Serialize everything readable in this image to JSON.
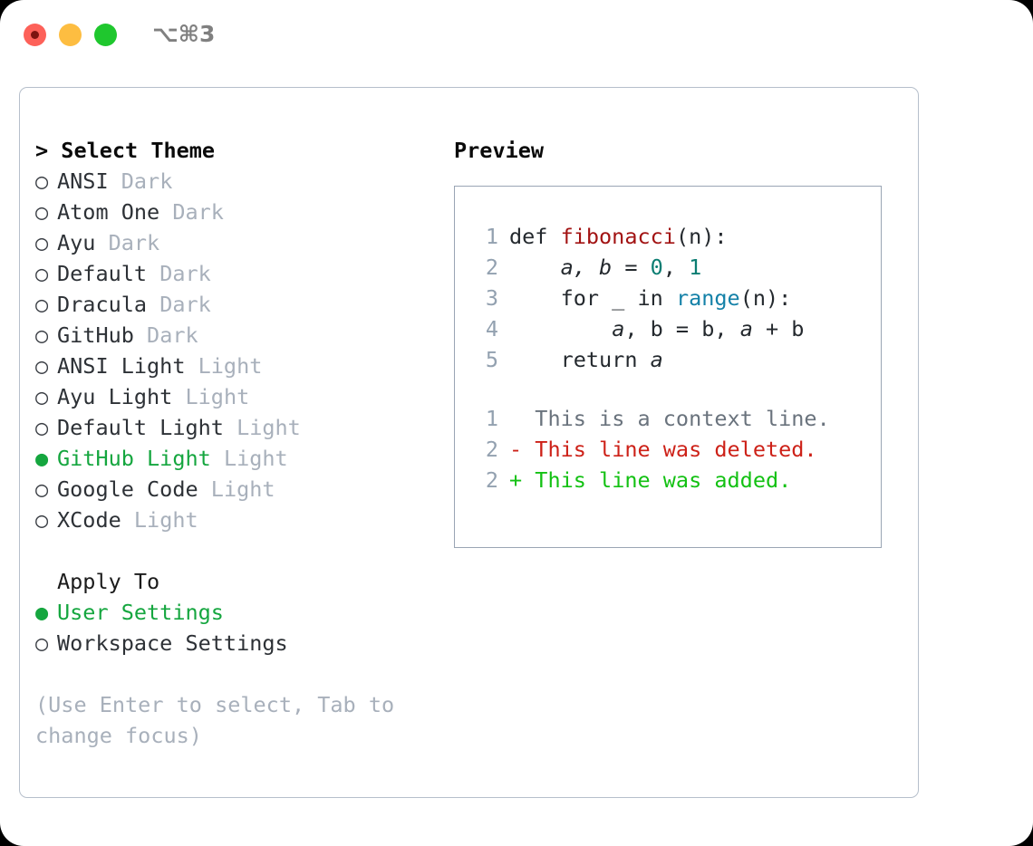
{
  "titlebar": {
    "shortcut": "⌥⌘3",
    "lights": [
      {
        "name": "close",
        "color": "#fd6159"
      },
      {
        "name": "minimize",
        "color": "#fdbd41"
      },
      {
        "name": "maximize",
        "color": "#1fc72e"
      }
    ]
  },
  "theme_list": {
    "header": "> Select Theme",
    "selected_marker": "●",
    "unselected_marker": "○",
    "items": [
      {
        "name": "ANSI",
        "variant": "Dark",
        "selected": false
      },
      {
        "name": "Atom One",
        "variant": "Dark",
        "selected": false
      },
      {
        "name": "Ayu",
        "variant": "Dark",
        "selected": false
      },
      {
        "name": "Default",
        "variant": "Dark",
        "selected": false
      },
      {
        "name": "Dracula",
        "variant": "Dark",
        "selected": false
      },
      {
        "name": "GitHub",
        "variant": "Dark",
        "selected": false
      },
      {
        "name": "ANSI Light",
        "variant": "Light",
        "selected": false
      },
      {
        "name": "Ayu Light",
        "variant": "Light",
        "selected": false
      },
      {
        "name": "Default Light",
        "variant": "Light",
        "selected": false
      },
      {
        "name": "GitHub Light",
        "variant": "Light",
        "selected": true
      },
      {
        "name": "Google Code",
        "variant": "Light",
        "selected": false
      },
      {
        "name": "XCode",
        "variant": "Light",
        "selected": false
      }
    ]
  },
  "apply_to": {
    "header": "Apply To",
    "items": [
      {
        "name": "User Settings",
        "selected": true
      },
      {
        "name": "Workspace Settings",
        "selected": false
      }
    ]
  },
  "hint": "(Use Enter to select, Tab to change focus)",
  "preview": {
    "title": "Preview",
    "code_lines": [
      {
        "lineno": "1",
        "tokens": [
          {
            "text": "def ",
            "kind": "plain"
          },
          {
            "text": "fibonacci",
            "kind": "fn"
          },
          {
            "text": "(n):",
            "kind": "plain"
          }
        ]
      },
      {
        "lineno": "2",
        "tokens": [
          {
            "text": "    ",
            "kind": "plain"
          },
          {
            "text": "a, b",
            "kind": "var"
          },
          {
            "text": " = ",
            "kind": "plain"
          },
          {
            "text": "0",
            "kind": "num"
          },
          {
            "text": ", ",
            "kind": "plain"
          },
          {
            "text": "1",
            "kind": "num"
          }
        ]
      },
      {
        "lineno": "3",
        "tokens": [
          {
            "text": "    for _ in ",
            "kind": "plain"
          },
          {
            "text": "range",
            "kind": "builtin"
          },
          {
            "text": "(n):",
            "kind": "plain"
          }
        ]
      },
      {
        "lineno": "4",
        "tokens": [
          {
            "text": "        ",
            "kind": "plain"
          },
          {
            "text": "a",
            "kind": "var"
          },
          {
            "text": ", b = b, ",
            "kind": "plain"
          },
          {
            "text": "a",
            "kind": "var"
          },
          {
            "text": " + b",
            "kind": "plain"
          }
        ]
      },
      {
        "lineno": "5",
        "tokens": [
          {
            "text": "    return ",
            "kind": "plain"
          },
          {
            "text": "a",
            "kind": "var"
          }
        ]
      }
    ],
    "diff_lines": [
      {
        "lineno": "1",
        "sign": " ",
        "text": " This is a context line.",
        "kind": "ctx"
      },
      {
        "lineno": "2",
        "sign": "-",
        "text": " This line was deleted.",
        "kind": "del"
      },
      {
        "lineno": "2",
        "sign": "+",
        "text": " This line was added.",
        "kind": "add"
      }
    ]
  },
  "colors": {
    "accent_green": "#15a63f",
    "diff_add_green": "#13c113",
    "diff_del_red": "#cd2118",
    "function_red": "#a21313",
    "number_teal": "#0b7d72",
    "builtin_blue": "#1481a8",
    "muted_gray": "#a8b0bb",
    "panel_border": "#b6bfcb"
  }
}
